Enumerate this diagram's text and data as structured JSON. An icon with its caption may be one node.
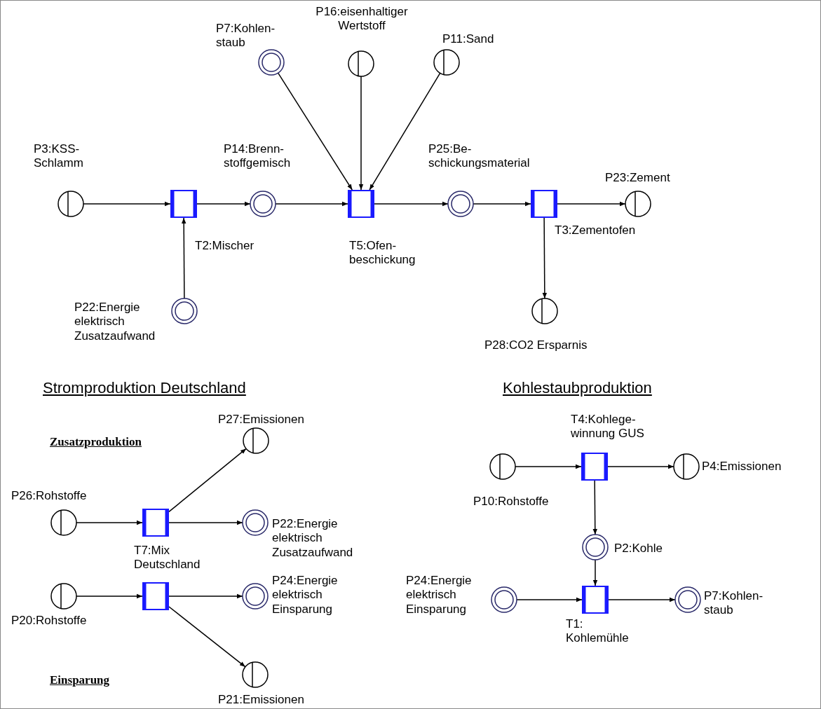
{
  "diagram": {
    "nodes": [
      {
        "text": [
          "P7:Kohlen- staub"
        ]
      },
      {
        "text": [
          "P16:eisenhaltiger Wertstoff"
        ]
      },
      {
        "text": [
          "P11:Sand"
        ]
      },
      {
        "text": [
          "P3:KSS- Schlamm"
        ]
      },
      {
        "text": [
          "T2:Mischer"
        ]
      },
      {
        "text": [
          "P14:Brenn- stoffgemisch"
        ]
      },
      {
        "text": [
          "T5:Ofen- beschickung"
        ]
      },
      {
        "text": [
          "P25:Be- schickungsmaterial"
        ]
      },
      {
        "text": [
          "T3:Zementofen"
        ]
      },
      {
        "text": [
          "P23:Zement"
        ]
      },
      {
        "text": [
          "P22:Energie elektrisch Zusatzaufwand"
        ]
      },
      {
        "text": [
          "P28:CO2 Ersparnis"
        ]
      },
      {
        "text": [
          "P27:Emissionen"
        ]
      },
      {
        "text": [
          "P26:Rohstoffe"
        ]
      },
      {
        "text": [
          "T7:Mix Deutschland"
        ]
      },
      {
        "text": [
          "P22:Energie elektrisch Zusatzaufwand"
        ]
      },
      {
        "text": [
          "P20:Rohstoffe"
        ]
      },
      {
        "text": [],
        "shape": "box"
      },
      {
        "text": [
          "P24:Energie elektrisch Einsparung"
        ]
      },
      {
        "text": [
          "P21:Emissionen"
        ]
      },
      {
        "text": [
          "T4:Kohlege- winnung GUS"
        ]
      },
      {
        "text": [
          "P10:Rohstoffe"
        ]
      },
      {
        "text": [
          "P4:Emissionen"
        ]
      },
      {
        "text": [
          "P2:Kohle"
        ]
      },
      {
        "text": [
          "P24:Energie elektrisch Einsparung"
        ]
      },
      {
        "text": [
          "T1: Kohlemühle"
        ]
      },
      {
        "text": [
          "P7:Kohlen- staub"
        ]
      }
    ],
    "edges": [
      {
        "from": 3,
        "to": 4,
        "arrow": "to"
      },
      {
        "from": 10,
        "to": 4,
        "arrow": "to"
      },
      {
        "from": 4,
        "to": 5,
        "arrow": "to"
      },
      {
        "from": 5,
        "to": 6,
        "arrow": "to"
      },
      {
        "from": 0,
        "to": 6,
        "arrow": "to"
      },
      {
        "from": 1,
        "to": 6,
        "arrow": "to"
      },
      {
        "from": 2,
        "to": 6,
        "arrow": "to"
      },
      {
        "from": 6,
        "to": 7,
        "arrow": "to"
      },
      {
        "from": 7,
        "to": 8,
        "arrow": "to"
      },
      {
        "from": 8,
        "to": 9,
        "arrow": "to"
      },
      {
        "from": 8,
        "to": 11,
        "arrow": "to"
      },
      {
        "from": 13,
        "to": 14,
        "arrow": "to"
      },
      {
        "from": 14,
        "to": 12,
        "arrow": "to"
      },
      {
        "from": 14,
        "to": 15,
        "arrow": "to"
      },
      {
        "from": 16,
        "to": 17,
        "arrow": "to"
      },
      {
        "from": 17,
        "to": 18,
        "arrow": "to"
      },
      {
        "from": 17,
        "to": 19,
        "arrow": "to"
      },
      {
        "from": 21,
        "to": 20,
        "arrow": "to"
      },
      {
        "from": 20,
        "to": 22,
        "arrow": "to"
      },
      {
        "from": 20,
        "to": 23,
        "arrow": "to"
      },
      {
        "from": 23,
        "to": 25,
        "arrow": "to"
      },
      {
        "from": 24,
        "to": 25,
        "arrow": "to"
      },
      {
        "from": 25,
        "to": 26,
        "arrow": "to"
      }
    ],
    "labels": [
      "Stromproduktion Deutschland",
      "Kohlestaubproduktion",
      "Zusatzproduktion",
      "Einsparung"
    ]
  }
}
